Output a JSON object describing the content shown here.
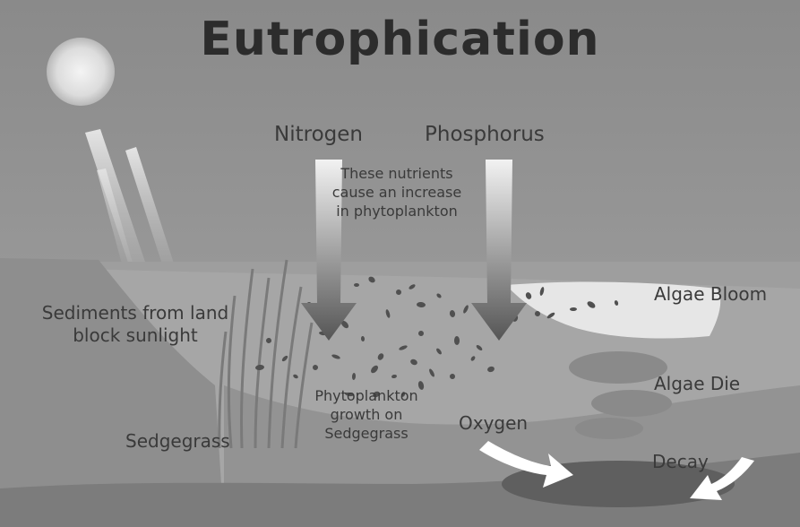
{
  "title": "Eutrophication",
  "labels": {
    "nitrogen": "Nitrogen",
    "phosphorus": "Phosphorus",
    "nutrients_note": "These nutrients cause an increase in phytoplankton",
    "sediments": "Sediments from land block sunlight",
    "algae_bloom": "Algae Bloom",
    "algae_die": "Algae Die",
    "phytoplankton_growth": "Phytoplankton growth on Sedgegrass",
    "sedgegrass": "Sedgegrass",
    "oxygen": "Oxygen",
    "decay": "Decay"
  },
  "colors": {
    "sky_top": "#8a8a8a",
    "sky_bottom": "#a2a2a2",
    "water": "#a8a8a8",
    "bloom": "#e8e8e8",
    "seabed": "#6e6e6e",
    "arrow_dark": "#555555",
    "arrow_light": "#ffffff",
    "text": "#3a3a3a"
  }
}
